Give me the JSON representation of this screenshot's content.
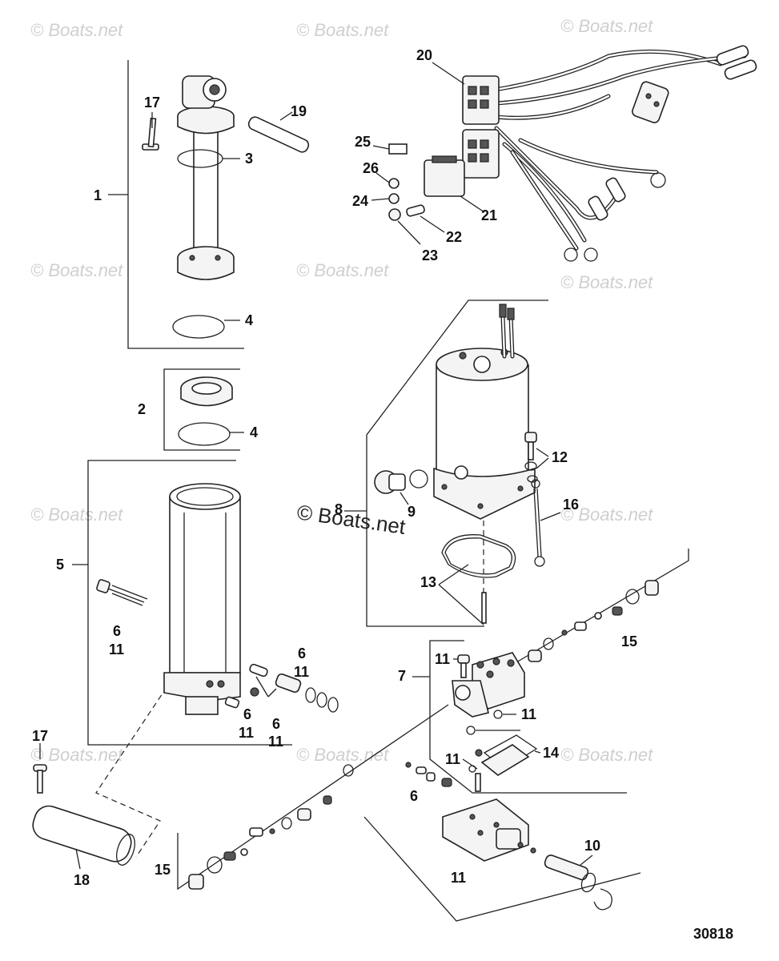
{
  "diagram": {
    "figure_number": "30818",
    "watermark": "© Boats.net",
    "callouts": [
      {
        "id": "c17a",
        "text": "17"
      },
      {
        "id": "c19",
        "text": "19"
      },
      {
        "id": "c3",
        "text": "3"
      },
      {
        "id": "c1",
        "text": "1"
      },
      {
        "id": "c4a",
        "text": "4"
      },
      {
        "id": "c2",
        "text": "2"
      },
      {
        "id": "c4b",
        "text": "4"
      },
      {
        "id": "c5",
        "text": "5"
      },
      {
        "id": "c6a",
        "text": "6"
      },
      {
        "id": "c11a",
        "text": "11"
      },
      {
        "id": "c6b",
        "text": "6"
      },
      {
        "id": "c11b",
        "text": "11"
      },
      {
        "id": "c6c",
        "text": "6"
      },
      {
        "id": "c11c",
        "text": "11"
      },
      {
        "id": "c6d",
        "text": "6"
      },
      {
        "id": "c11d",
        "text": "11"
      },
      {
        "id": "c17b",
        "text": "17"
      },
      {
        "id": "c18",
        "text": "18"
      },
      {
        "id": "c15a",
        "text": "15"
      },
      {
        "id": "c20",
        "text": "20"
      },
      {
        "id": "c25",
        "text": "25"
      },
      {
        "id": "c26",
        "text": "26"
      },
      {
        "id": "c24",
        "text": "24"
      },
      {
        "id": "c21",
        "text": "21"
      },
      {
        "id": "c22",
        "text": "22"
      },
      {
        "id": "c23",
        "text": "23"
      },
      {
        "id": "c8",
        "text": "8"
      },
      {
        "id": "c9",
        "text": "9"
      },
      {
        "id": "c12",
        "text": "12"
      },
      {
        "id": "c16",
        "text": "16"
      },
      {
        "id": "c13",
        "text": "13"
      },
      {
        "id": "c15b",
        "text": "15"
      },
      {
        "id": "c7",
        "text": "7"
      },
      {
        "id": "c11e",
        "text": "11"
      },
      {
        "id": "c11f",
        "text": "11"
      },
      {
        "id": "c14",
        "text": "14"
      },
      {
        "id": "c11g",
        "text": "11"
      },
      {
        "id": "c6e",
        "text": "6"
      },
      {
        "id": "c10",
        "text": "10"
      },
      {
        "id": "c11h",
        "text": "11"
      }
    ]
  }
}
